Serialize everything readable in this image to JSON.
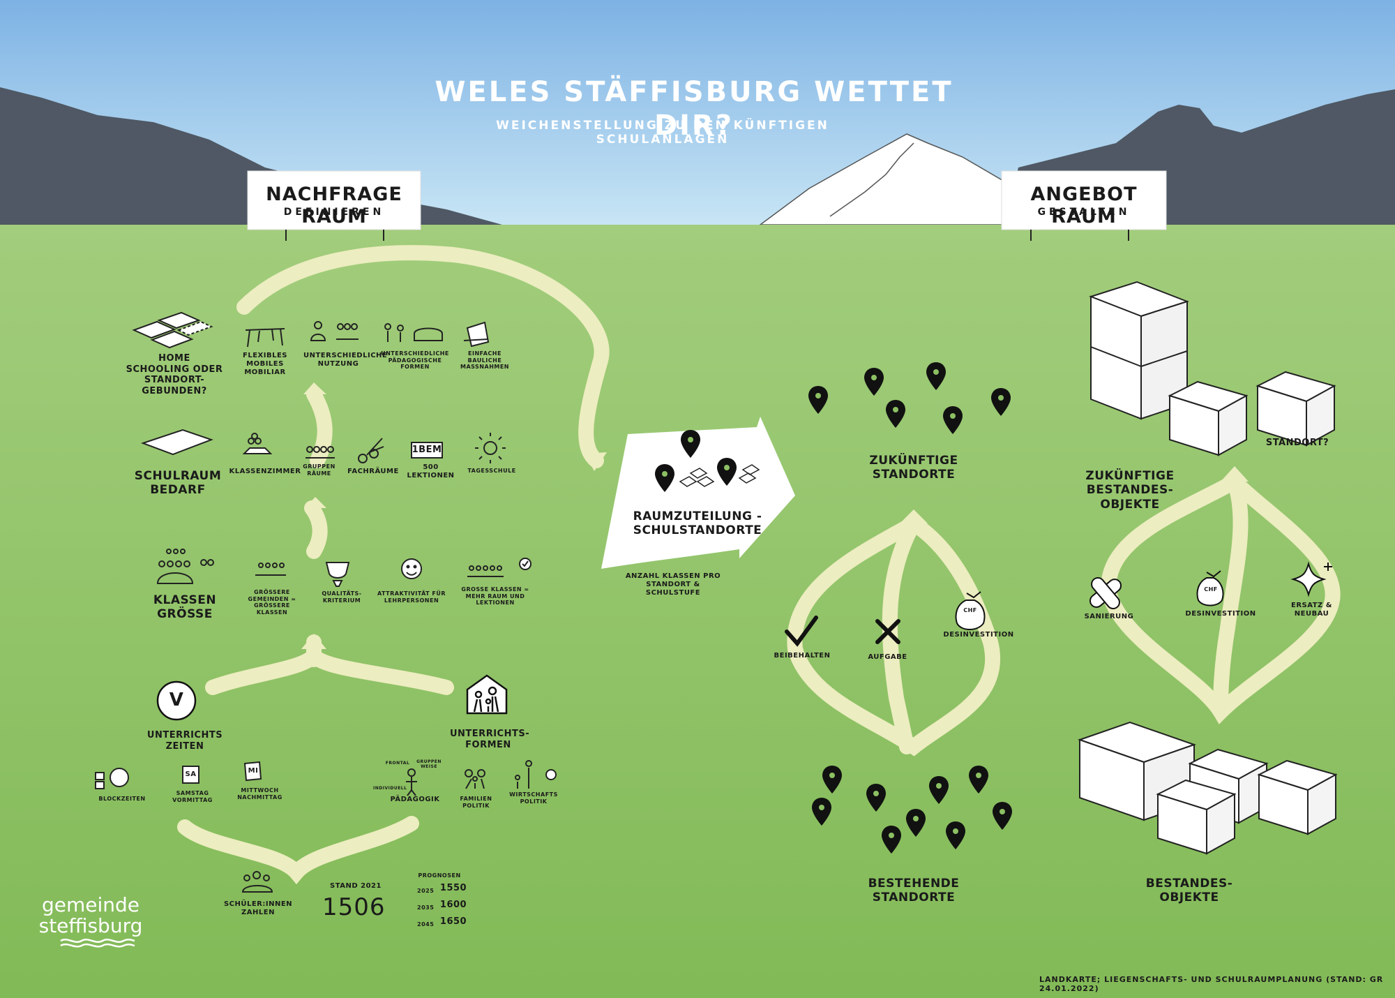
{
  "title": "Weles Stäffisburg wettet dir?",
  "subtitle": "Weichenstellung zu den künftigen Schulanlagen",
  "signs": {
    "left": {
      "title": "Nachfrage Raum",
      "sub": "definieren"
    },
    "right": {
      "title": "Angebot Raum",
      "sub": "gestalten"
    }
  },
  "row1": {
    "home": "Home Schooling oder Standort-gebunden?",
    "items": [
      "Flexibles mobiles Mobiliar",
      "Unterschiedliche Nutzung",
      "Unterschiedliche pädagogische Formen",
      "Einfache bauliche Massnahmen"
    ]
  },
  "row2": {
    "label": "Schulraum Bedarf",
    "items": [
      "Klassenzimmer",
      "Gruppen Räume",
      "Fachräume",
      "500 Lektionen",
      "Tagesschule"
    ],
    "lesson_badge": "1BeM"
  },
  "row3": {
    "label": "Klassen Grösse",
    "items": [
      "Grössere Gemeinden = grössere Klassen",
      "Qualitäts-kriterium",
      "Attraktivität für Lehrpersonen",
      "Grosse Klassen = mehr Raum und Lektionen"
    ]
  },
  "zeiten": {
    "label": "Unterrichts Zeiten",
    "clock": "V",
    "items": [
      "Blockzeiten",
      "Samstag Vormittag",
      "Mittwoch Nachmittag"
    ],
    "note_sa": "Sa",
    "note_mi": "Mi"
  },
  "formen": {
    "label": "Unterrichts-formen",
    "items": [
      "Pädagogik",
      "Familien Politik",
      "Wirtschafts Politik"
    ],
    "pad_labels": [
      "Frontal",
      "Gruppen weise",
      "individuell"
    ]
  },
  "stats": {
    "label": "Schüler:innen Zahlen",
    "stand_label": "Stand 2021",
    "stand_value": "1506",
    "prog_label": "Prognosen",
    "prognoses": [
      {
        "year": "2025",
        "value": "1550"
      },
      {
        "year": "2035",
        "value": "1600"
      },
      {
        "year": "2045",
        "value": "1650"
      }
    ]
  },
  "center": {
    "label": "Raumzuteilung - Schulstandorte",
    "sub": "Anzahl Klassen pro Standort & Schulstufe"
  },
  "standorte": {
    "future": "Zukünftige Standorte",
    "existing": "Bestehende Standorte",
    "options": [
      "Beibehalten",
      "Aufgabe",
      "Desinvestition"
    ],
    "chf": "CHF"
  },
  "objekte": {
    "future": "Zukünftige Bestandes-objekte",
    "standort_q": "Standort?",
    "existing": "Bestandes-objekte",
    "options": [
      "Sanierung",
      "Desinvestition",
      "Ersatz & Neubau"
    ],
    "chf": "CHF"
  },
  "logo": {
    "line1": "gemeinde",
    "line2": "steffisburg"
  },
  "footer": "Landkarte; Liegenschafts- und Schulraumplanung (Stand: GR 24.01.2022)",
  "colors": {
    "sky_top": "#7db2e4",
    "sky_bottom": "#c9e6f5",
    "mountain": "#4f5864",
    "grass_top": "#a2cd7c",
    "grass_bottom": "#82ba57",
    "path": "#ecedc0"
  }
}
